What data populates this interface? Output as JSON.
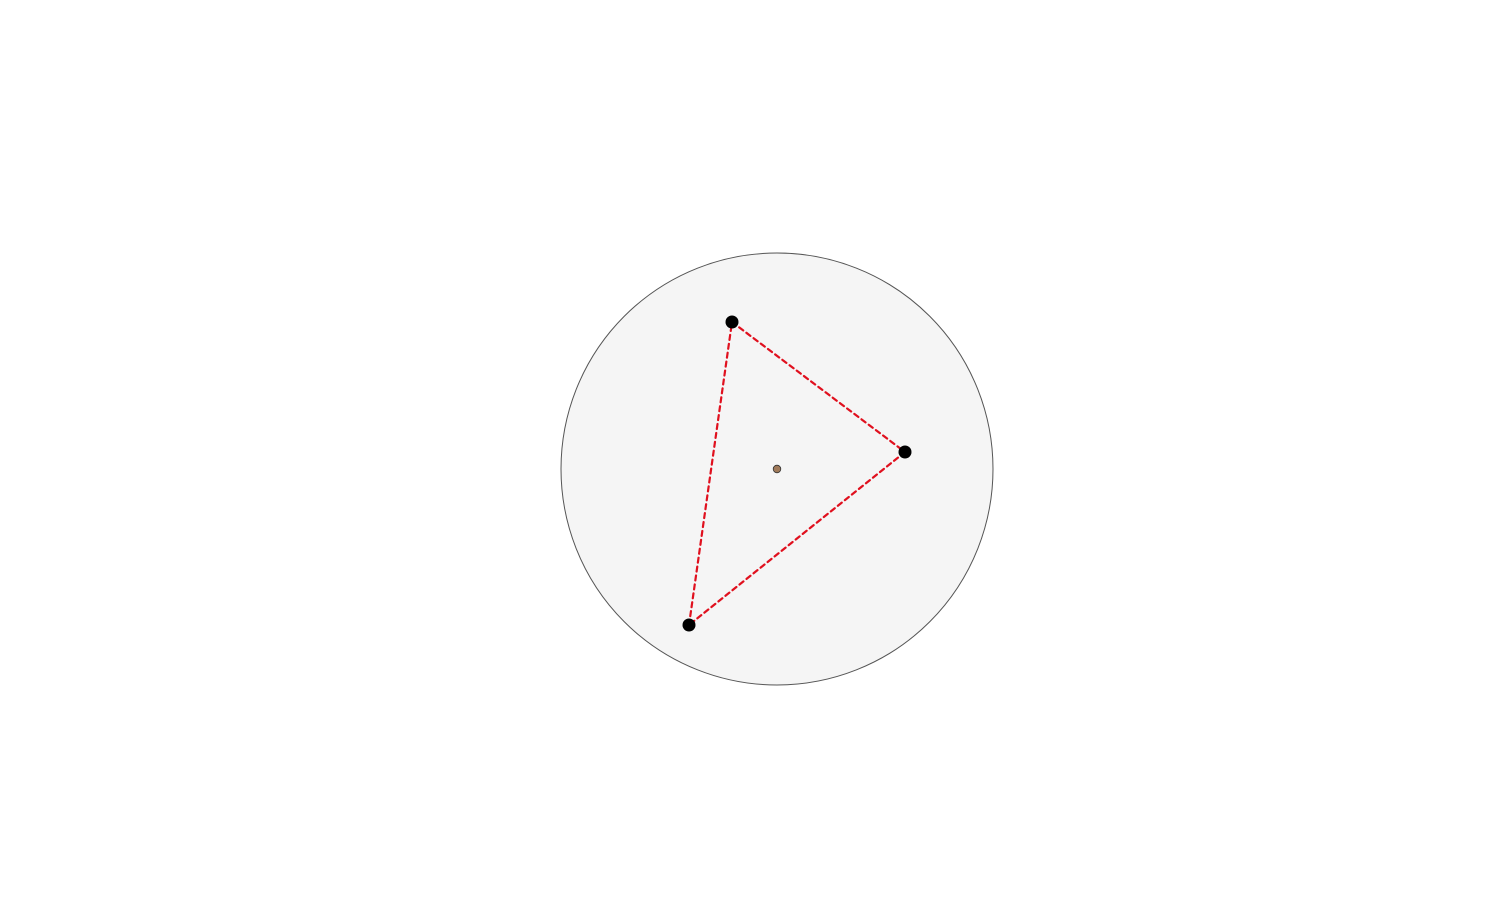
{
  "diagram": {
    "colors": {
      "background": "#ffffff",
      "disk_fill": "#f5f5f5",
      "disk_stroke": "#555555",
      "triangle_edge": "#e0101e",
      "vertex": "#000000",
      "center_fill": "#a07a5a",
      "center_stroke": "#333333"
    },
    "vertices": [
      {
        "id": "top",
        "icon": "vertex-dot"
      },
      {
        "id": "right",
        "icon": "vertex-dot"
      },
      {
        "id": "bottom",
        "icon": "vertex-dot"
      }
    ],
    "edge_style": "dashed",
    "center_marker": "center-dot"
  }
}
